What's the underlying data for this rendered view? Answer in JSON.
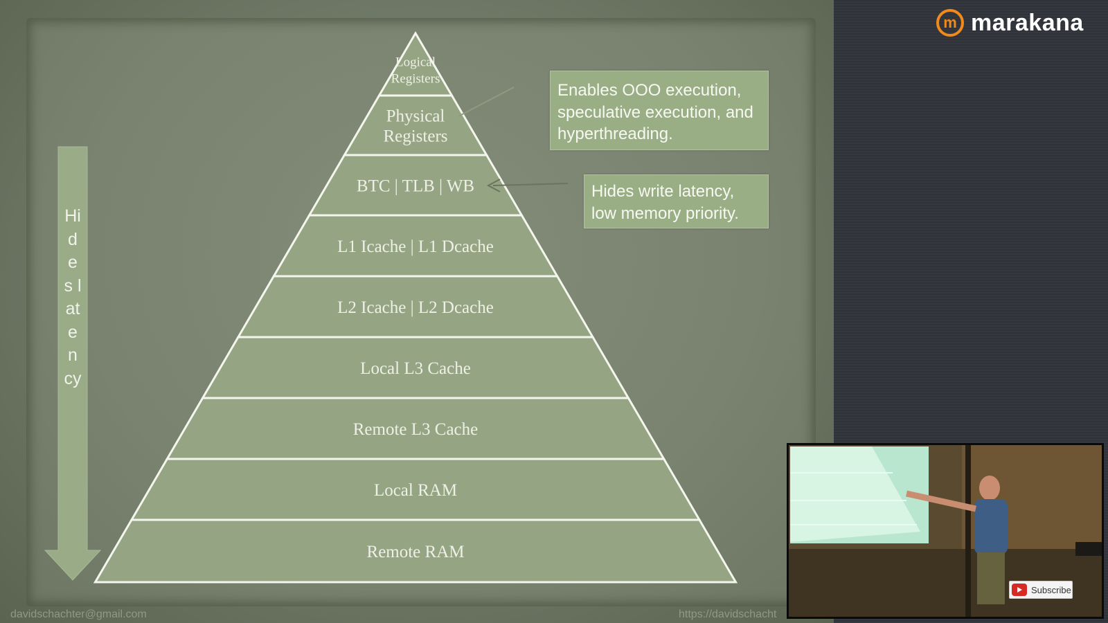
{
  "pyramid": {
    "tiers": [
      "Logical\nRegisters",
      "Physical\nRegisters",
      "BTC | TLB | WB",
      "L1 Icache | L1 Dcache",
      "L2 Icache  |  L2 Dcache",
      "Local L3 Cache",
      "Remote L3 Cache",
      "Local RAM",
      "Remote RAM"
    ]
  },
  "arrow_label": "Hides latency",
  "callouts": {
    "ooo": "Enables OOO execution, speculative execution, and hyperthreading.",
    "write": "Hides write latency, low memory priority."
  },
  "footer": {
    "email": "davidschachter@gmail.com",
    "url": "https://davidschacht"
  },
  "logo": {
    "mark": "m",
    "text": "marakana"
  },
  "video": {
    "subscribe_label": "Subscribe"
  },
  "colors": {
    "tier_fill": "#95a583",
    "tier_line": "#f4f6ee",
    "callout": "#9aae86",
    "brand_orange": "#f08a1c"
  }
}
